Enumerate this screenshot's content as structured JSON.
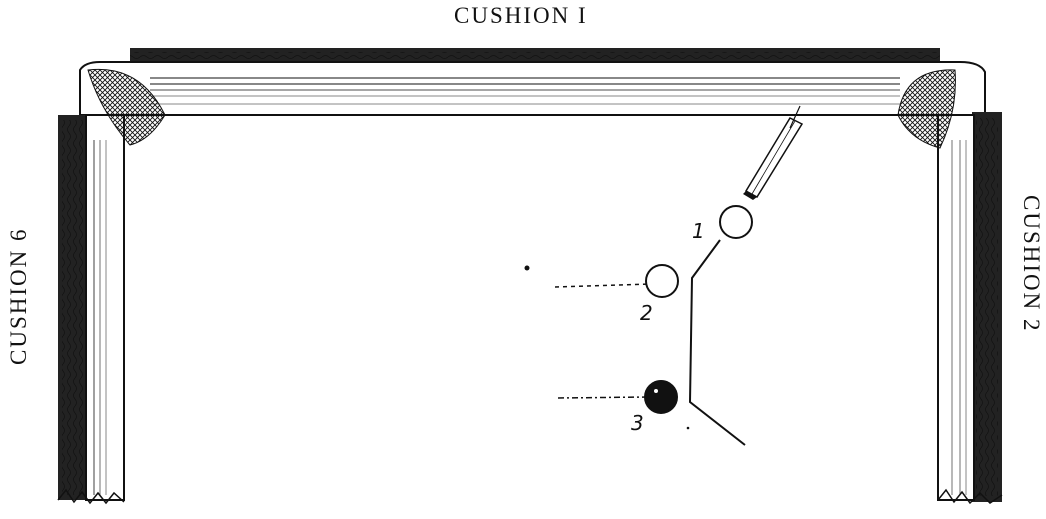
{
  "labels": {
    "cushion_top": "CUSHION I",
    "cushion_left": "CUSHION 6",
    "cushion_right": "CUSHION 2"
  },
  "balls": [
    {
      "number": "1",
      "fill": "#ffffff"
    },
    {
      "number": "2",
      "fill": "#ffffff"
    },
    {
      "number": "3",
      "fill": "#111111"
    }
  ],
  "colors": {
    "ink": "#111111",
    "paper": "#ffffff"
  }
}
